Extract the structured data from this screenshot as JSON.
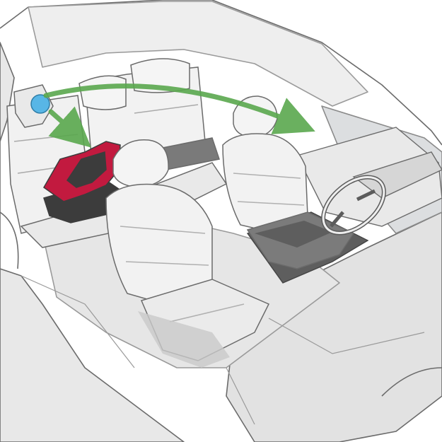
{
  "diagram": {
    "subject": "car-interior-cutaway",
    "labels": [],
    "colors": {
      "background": "#ffffff",
      "body_outline": "#6b6b6b",
      "body_fill": "#e4e4e4",
      "glass": "#d9dcdf",
      "seat_fill": "#f1f1f1",
      "seat_shadow": "#c9c9c9",
      "dark_trim": "#6a6a6a",
      "child_seat_red": "#c21a3f",
      "child_seat_dark": "#3c3c3c",
      "mirror_blue": "#58b6e6",
      "arrow_green": "#5aa84e"
    },
    "elements": [
      {
        "id": "rear-view-mirror",
        "icon": "mirror-icon"
      },
      {
        "id": "child-car-seat",
        "icon": "child-seat-icon"
      },
      {
        "id": "front-passenger-seat",
        "icon": "seat-icon"
      },
      {
        "id": "driver-seat",
        "icon": "seat-icon"
      },
      {
        "id": "rear-bench-seat",
        "icon": "bench-seat-icon"
      },
      {
        "id": "steering-wheel",
        "icon": "steering-wheel-icon"
      },
      {
        "id": "view-arrow-to-child-seat",
        "icon": "arrow-icon"
      },
      {
        "id": "view-arrow-to-driver",
        "icon": "arrow-icon"
      }
    ]
  }
}
